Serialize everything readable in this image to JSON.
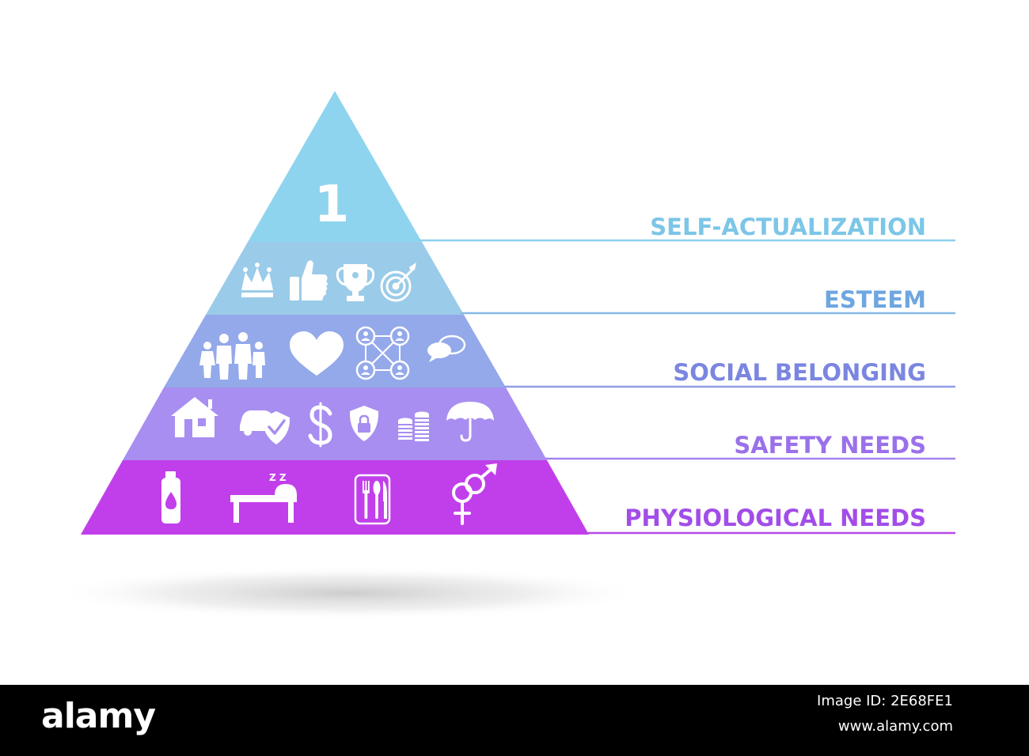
{
  "pyramid": {
    "peak_label": "1",
    "levels": [
      {
        "label": "SELF-ACTUALIZATION",
        "color": "#8fd4ee",
        "text_color": "#7cc6e7",
        "line_color": "#8dd0ee",
        "icons": []
      },
      {
        "label": "ESTEEM",
        "color": "#9acbe9",
        "text_color": "#6ea6e0",
        "line_color": "#86b9e6",
        "icons": [
          "crown-icon",
          "thumbs-up-icon",
          "trophy-icon",
          "target-icon"
        ]
      },
      {
        "label": "SOCIAL BELONGING",
        "color": "#94a9ea",
        "text_color": "#7a86e0",
        "line_color": "#8f9de7",
        "icons": [
          "family-icon",
          "heart-icon",
          "network-icon",
          "chat-icon"
        ]
      },
      {
        "label": "SAFETY NEEDS",
        "color": "#a88ef0",
        "text_color": "#9a71ea",
        "line_color": "#a385ee",
        "icons": [
          "house-icon",
          "car-shield-icon",
          "dollar-icon",
          "lock-shield-icon",
          "coins-icon",
          "umbrella-icon"
        ]
      },
      {
        "label": "PHYSIOLOGICAL NEEDS",
        "color": "#c13fea",
        "text_color": "#a24de8",
        "line_color": "#b44ae6",
        "icons": [
          "bottle-icon",
          "bed-icon",
          "cutlery-icon",
          "gender-icon"
        ]
      }
    ]
  },
  "sleep_glyph": "Z Z",
  "footer": {
    "brand": "alamy",
    "image_id": "Image ID: 2E68FE1",
    "url": "www.alamy.com"
  }
}
